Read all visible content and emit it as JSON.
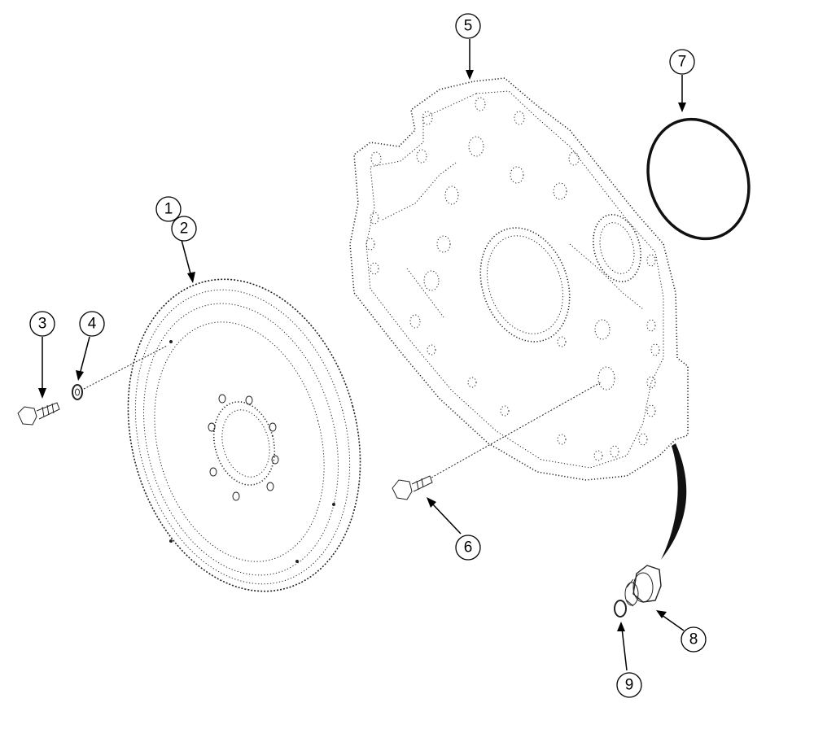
{
  "diagram": {
    "type": "exploded parts view",
    "callouts": [
      {
        "id": "c1",
        "label": "1"
      },
      {
        "id": "c2",
        "label": "2"
      },
      {
        "id": "c3",
        "label": "3"
      },
      {
        "id": "c4",
        "label": "4"
      },
      {
        "id": "c5",
        "label": "5"
      },
      {
        "id": "c6",
        "label": "6"
      },
      {
        "id": "c7",
        "label": "7"
      },
      {
        "id": "c8",
        "label": "8"
      },
      {
        "id": "c9",
        "label": "9"
      }
    ]
  }
}
